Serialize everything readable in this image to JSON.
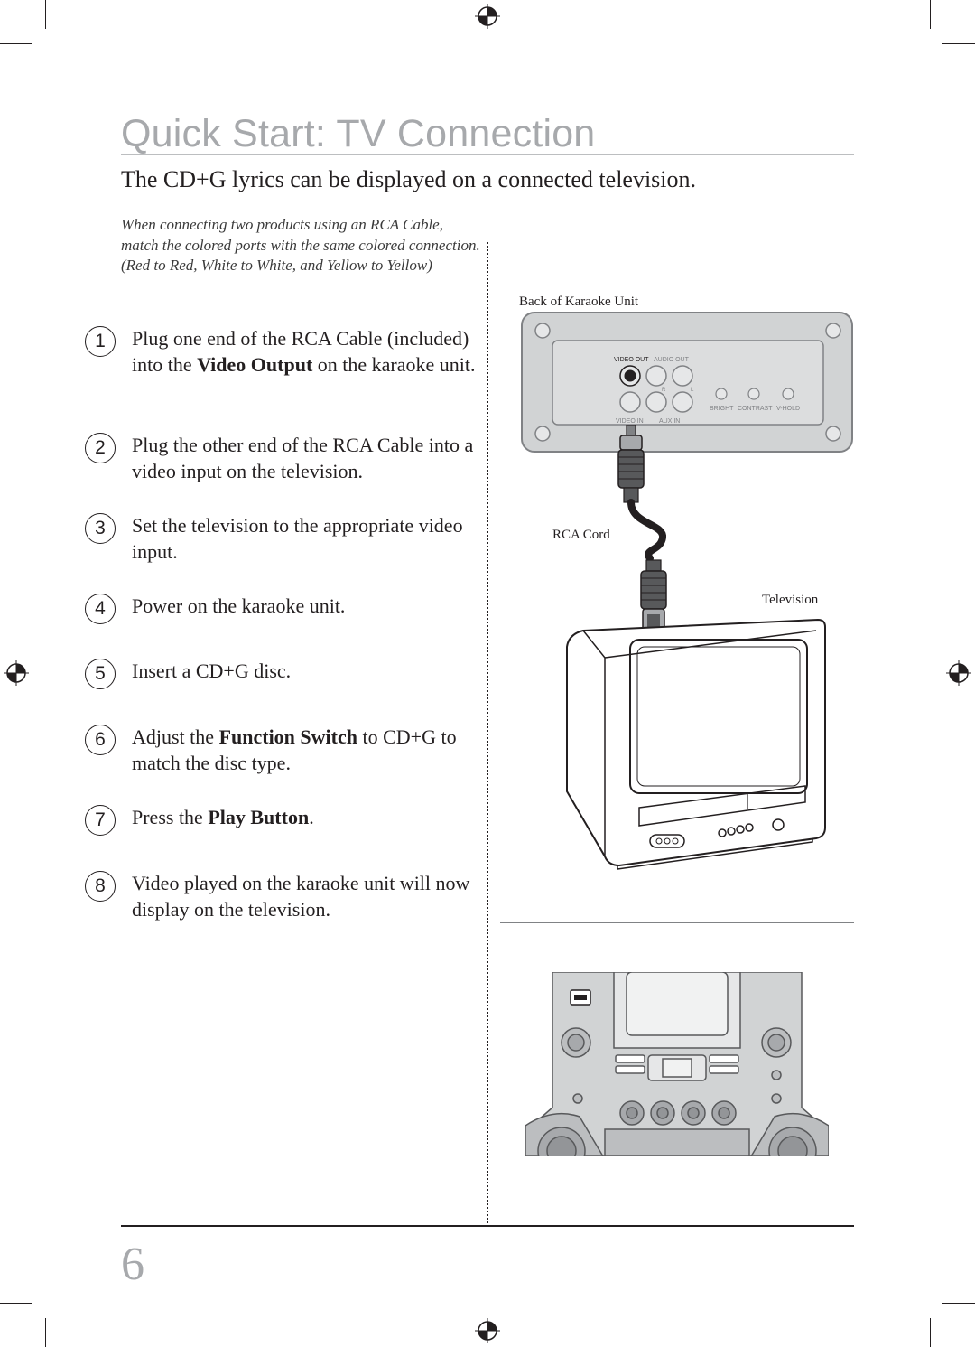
{
  "page": {
    "title": "Quick Start:  TV Connection",
    "subtitle": "The CD+G lyrics can be displayed on a connected television.",
    "note": "When connecting two products using an RCA Cable, match the colored ports with the same colored connection. (Red to Red, White to White, and Yellow to Yellow)",
    "page_number": "6"
  },
  "steps": [
    {
      "num": "1",
      "parts": [
        "Plug one end of the RCA Cable (included) into the ",
        "Video Output",
        " on the karaoke unit."
      ]
    },
    {
      "num": "2",
      "parts": [
        "Plug the other end of the RCA Cable into a video input on the television.",
        "",
        ""
      ]
    },
    {
      "num": "3",
      "parts": [
        "Set the television to the appropriate video input.",
        "",
        ""
      ]
    },
    {
      "num": "4",
      "parts": [
        "Power on the karaoke unit.",
        "",
        ""
      ]
    },
    {
      "num": "5",
      "parts": [
        "Insert a CD+G disc.",
        "",
        ""
      ]
    },
    {
      "num": "6",
      "parts": [
        "Adjust the ",
        "Function Switch",
        " to CD+G to match the disc type."
      ]
    },
    {
      "num": "7",
      "parts": [
        "Press the ",
        "Play Button",
        "."
      ]
    },
    {
      "num": "8",
      "parts": [
        "Video played on the karaoke unit will now display on the television.",
        "",
        ""
      ]
    }
  ],
  "diagram": {
    "back_label": "Back of Karaoke Unit",
    "cord_label": "RCA Cord",
    "tv_label": "Television",
    "panel": {
      "video_out": "VIDEO OUT",
      "audio_out": "AUDIO OUT",
      "r": "R",
      "l": "L",
      "video_in": "VIDEO IN",
      "aux_in": "AUX IN",
      "bright": "BRIGHT",
      "contrast": "CONTRAST",
      "vhold": "V-HOLD"
    }
  }
}
